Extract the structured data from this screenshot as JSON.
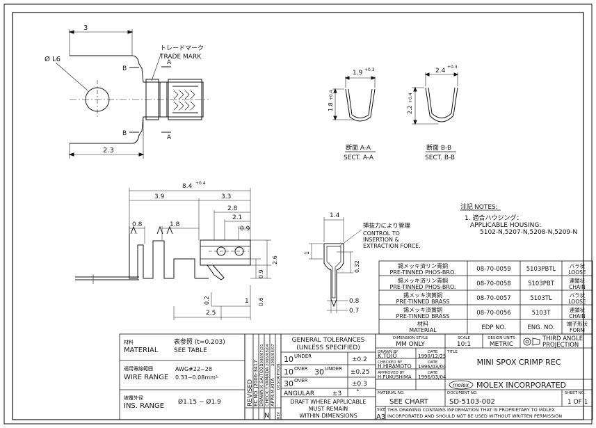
{
  "top_view": {
    "dim_width": "3",
    "dim_offset": "2.3",
    "dim_hole": "Ø L6",
    "trade_mark_jp": "トレードマーク",
    "trade_mark_en": "TRADE MARK",
    "section_a": "A",
    "section_b": "B"
  },
  "sections": {
    "aa_width": "1.9",
    "aa_width_tol": "+0.3",
    "aa_height": "1.8",
    "aa_height_tol": "+0.4",
    "aa_label_jp": "断面 A-A",
    "aa_label_en": "SECT. A-A",
    "bb_width": "2.4",
    "bb_width_tol": "+0.3",
    "bb_height": "2.2",
    "bb_height_tol": "+0.4",
    "bb_label_jp": "断面 B-B",
    "bb_label_en": "SECT. B-B"
  },
  "side_view": {
    "overall": "8.4",
    "overall_tol": "+0.4",
    "d39": "3.9",
    "d33": "3.3",
    "d28": "2.8",
    "d21": "2.1",
    "d09a": "0.9",
    "d08": "0.8",
    "d18": "1.8",
    "d26": "2.6",
    "d09b": "0.9",
    "d02": "0.2",
    "d1": "1",
    "d06": "0.6",
    "d25": "2.5"
  },
  "end_view": {
    "d14": "1.4",
    "d1": "1",
    "d032": "0.32",
    "d08": "0.8",
    "d07": "0.7",
    "control_jp": "挿抜力により管理",
    "control_en_1": "CONTROL TO",
    "control_en_2": "INSERTION &",
    "control_en_3": "EXTRACTION FORCE."
  },
  "notes": {
    "title_jp": "注記",
    "title_en": "NOTES:",
    "line1": "1. 適合ハウジング：",
    "line2": "APPLICABLE HOUSING:",
    "line3": "5102-N,5207-N,5208-N,5209-N"
  },
  "parts_table": {
    "rows": [
      {
        "mat_jp": "錫メッキ済リン青銅",
        "mat_en": "PRE-TINNED PHOS-BRO.",
        "edp": "08-70-0059",
        "eng": "5103PBTL",
        "form_jp": "バラ状",
        "form_en": "LOOSE"
      },
      {
        "mat_jp": "錫メッキ済リン青銅",
        "mat_en": "PRE-TINNED PHOS-BRO.",
        "edp": "08-70-0058",
        "eng": "5103PBT",
        "form_jp": "連鎖状",
        "form_en": "CHAIN"
      },
      {
        "mat_jp": "錫メッキ済黄銅",
        "mat_en": "PRE-TINNED BRASS",
        "edp": "08-70-0057",
        "eng": "5103TL",
        "form_jp": "バラ状",
        "form_en": "LOOSE"
      },
      {
        "mat_jp": "錫メッキ済黄銅",
        "mat_en": "PRE-TINNED BRASS",
        "edp": "08-70-0056",
        "eng": "5103T",
        "form_jp": "連鎖状",
        "form_en": "CHAIN"
      }
    ],
    "header_mat_jp": "材料",
    "header_mat_en": "MATERIAL",
    "header_edp": "EDP NO.",
    "header_eng": "ENG. NO.",
    "header_form_jp": "端子形状",
    "header_form_en": "FORM"
  },
  "spec_block": {
    "material_jp": "材料",
    "material_en": "MATERIAL",
    "material_val_jp": "表参照 (t=0.203)",
    "material_val_en": "SEE TABLE",
    "wire_jp": "適用電線範囲",
    "wire_en": "WIRE RANGE",
    "wire_val1": "AWG#22~28",
    "wire_val2": "0.33~0.08mm²",
    "ins_jp": "被覆外径",
    "ins_en": "INS. RANGE",
    "ins_val": "Ø1.15 ~ Ø1.9"
  },
  "revision": {
    "revised": "REVISED",
    "ecno": "EC NO. J2006-3417",
    "drawn": "DRAWN:K.SAITO01",
    "check": "CHECK:Y.YAMADA",
    "appr": "APPR:M.KITA",
    "dates1": "2006/07/31",
    "dates2": "2006/08/04",
    "dates3": "2006/08/07",
    "description": "DESCRIPTION",
    "rev_letter": "N",
    "rev_label": "REV"
  },
  "tolerances": {
    "title1": "GENERAL TOLERANCES",
    "title2": "(UNLESS SPECIFIED)",
    "row1_a": "10",
    "row1_b": "UNDER",
    "row1_tol": "±0.2",
    "row2_a": "10",
    "row2_b": "OVER",
    "row2_c": "30",
    "row2_d": "UNDER",
    "row2_tol": "±0.25",
    "row3_a": "30",
    "row3_b": "OVER",
    "row3_tol": "±0.3",
    "angular": "ANGULAR",
    "angular_tol": "±3",
    "angular_unit": "°",
    "draft1": "DRAFT WHERE APPLICABLE",
    "draft2": "MUST REMAIN",
    "draft3": "WITHIN DIMENSIONS"
  },
  "title_block": {
    "dim_style_label": "DIMENSION STYLE",
    "dim_style": "MM ONLY",
    "scale_label": "SCALE",
    "scale": "10:1",
    "design_units_label": "DESIGN UNITS",
    "design_units": "METRIC",
    "projection1": "THIRD ANGLE",
    "projection2": "PROJECTION",
    "drawn_by_label": "DRAWN BY",
    "drawn_by": "K.TOJO",
    "date_label": "DATE",
    "drawn_date": "1990/12/25",
    "checked_by_label": "CHECKED BY",
    "checked_by": "H.HIRAMOTO",
    "checked_date": "1996/03/04",
    "approved_by_label": "APPROVED BY",
    "approved_by": "H.FUKUSHIMA",
    "approved_date": "1996/03/04",
    "title_label": "TITLE",
    "title": "MINI SPOX CRIMP REC",
    "company_logo": "molex",
    "company": "MOLEX INCORPORATED",
    "material_no_label": "MATERIAL NO.",
    "material_no": "SEE CHART",
    "document_no_label": "DOCUMENT NO.",
    "document_no": "SD-5103-002",
    "sheet_no_label": "SHEET NO.",
    "sheet_no": "1 OF 1",
    "size_label": "SIZE",
    "size": "A3",
    "proprietary1": "THIS DRAWING CONTAINS INFORMATION THAT IS PROPRIETARY TO MOLEX",
    "proprietary2": "INCORPORATED AND SHOULD NOT BE USED WITHOUT WRITTEN PERMISSION"
  }
}
